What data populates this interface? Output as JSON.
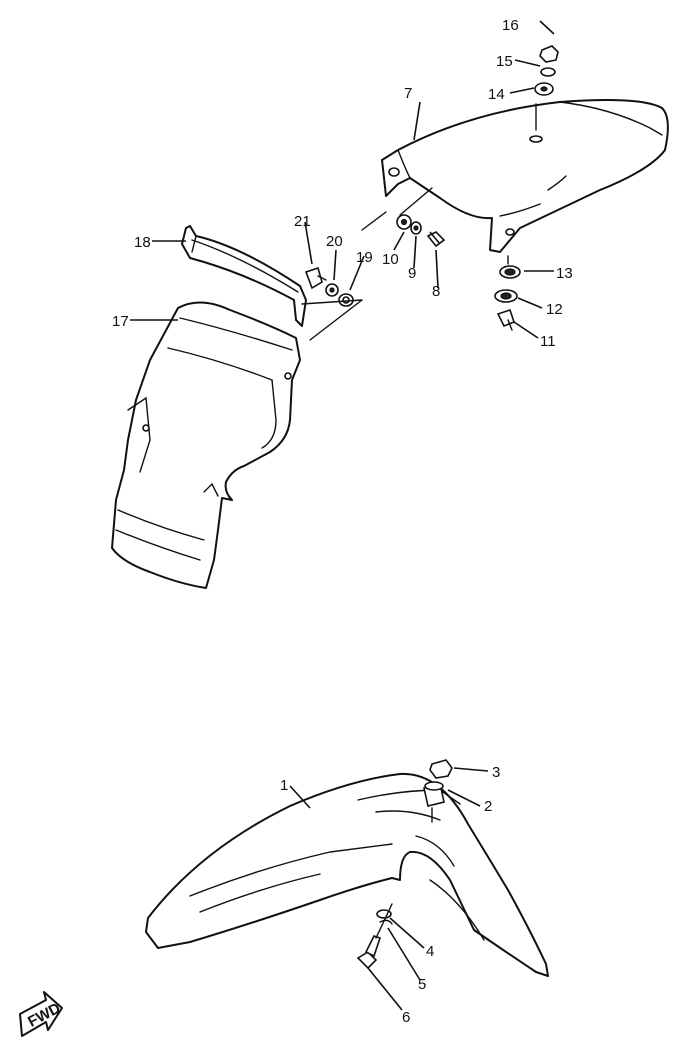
{
  "callouts": [
    "1",
    "2",
    "3",
    "4",
    "5",
    "6",
    "7",
    "8",
    "9",
    "10",
    "11",
    "12",
    "13",
    "14",
    "15",
    "16",
    "17",
    "18",
    "19",
    "20",
    "21"
  ],
  "fwd_label": "FWD"
}
